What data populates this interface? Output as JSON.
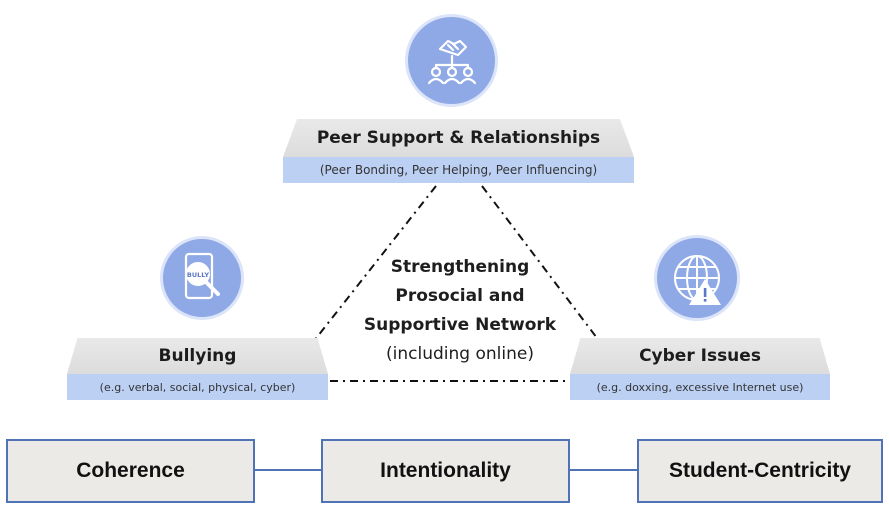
{
  "nodes": {
    "top": {
      "title": "Peer Support & Relationships",
      "subtitle": "(Peer Bonding, Peer Helping, Peer Influencing)",
      "icon": "handshake-network-icon"
    },
    "left": {
      "title": "Bullying",
      "subtitle": "(e.g. verbal, social, physical, cyber)",
      "icon": "phone-bully-magnifier-icon",
      "icon_text": "BULLY"
    },
    "right": {
      "title": "Cyber Issues",
      "subtitle": "(e.g. doxxing, excessive Internet use)",
      "icon": "globe-warning-icon"
    }
  },
  "center": {
    "line1": "Strengthening",
    "line2": "Prosocial and",
    "line3": "Supportive Network",
    "line4": "(including online)"
  },
  "pillars": [
    "Coherence",
    "Intentionality",
    "Student-Centricity"
  ],
  "colors": {
    "icon_circle": "#8fa9e6",
    "subtitle_bar": "#bcd0f4",
    "pillar_border": "#4f73b6",
    "pillar_fill": "#eceae7"
  }
}
